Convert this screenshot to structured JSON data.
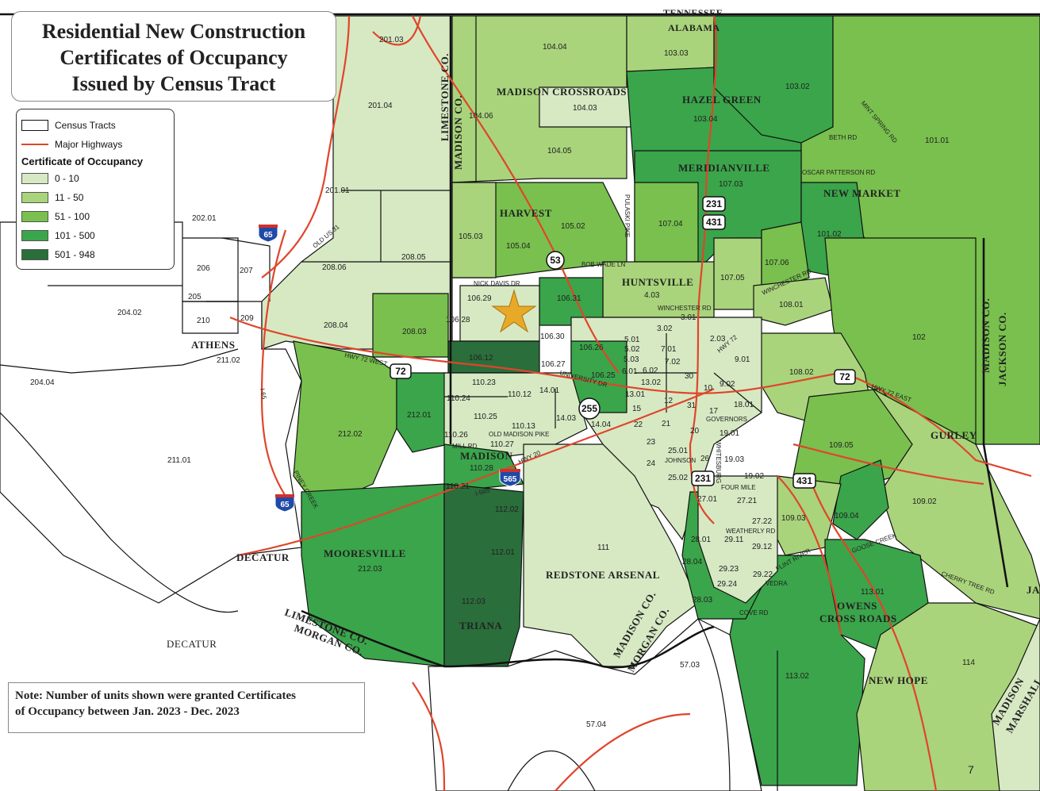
{
  "title": {
    "line1": "Residential New Construction",
    "line2": "Certificates of Occupancy",
    "line3": "Issued by Census Tract"
  },
  "legend": {
    "census_tracts": "Census Tracts",
    "major_highways": "Major Highways",
    "heading": "Certificate of Occupancy",
    "classes": [
      {
        "label": "0 - 10",
        "color": "#d6e9c3"
      },
      {
        "label": "11 - 50",
        "color": "#a9d47b"
      },
      {
        "label": "51 - 100",
        "color": "#79c04e"
      },
      {
        "label": "101 - 500",
        "color": "#3aa54a"
      },
      {
        "label": "501 - 948",
        "color": "#2a6e3b"
      }
    ]
  },
  "note": {
    "line1": "Note: Number of units shown were granted Certificates",
    "line2": "of Occupancy between Jan. 2023 - Dec. 2023"
  },
  "page_number": "7",
  "places": [
    {
      "text": "TENNESSEE"
    },
    {
      "text": "ALABAMA"
    },
    {
      "text": "MADISON CROSSROADS"
    },
    {
      "text": "HAZEL GREEN"
    },
    {
      "text": "MERIDIANVILLE"
    },
    {
      "text": "NEW MARKET"
    },
    {
      "text": "HARVEST"
    },
    {
      "text": "HUNTSVILLE"
    },
    {
      "text": "ATHENS"
    },
    {
      "text": "MADISON"
    },
    {
      "text": "GURLEY"
    },
    {
      "text": "MOORESVILLE"
    },
    {
      "text": "DECATUR"
    },
    {
      "text": "REDSTONE ARSENAL"
    },
    {
      "text": "OWENS"
    },
    {
      "text": "CROSS ROADS"
    },
    {
      "text": "TRIANA"
    },
    {
      "text": "NEW HOPE"
    },
    {
      "text": "DECATUR"
    },
    {
      "text": "LIMESTONE CO."
    },
    {
      "text": "MADISON CO."
    },
    {
      "text": "LIMESTONE CO."
    },
    {
      "text": "MORGAN CO."
    },
    {
      "text": "MADISON CO."
    },
    {
      "text": "MORGAN CO."
    },
    {
      "text": "MADISON CO."
    },
    {
      "text": "JACKSON CO."
    },
    {
      "text": "MADISON"
    },
    {
      "text": "MARSHALL"
    },
    {
      "text": "JA"
    }
  ],
  "tracts": [
    {
      "text": "201.03"
    },
    {
      "text": "104.04"
    },
    {
      "text": "103.03"
    },
    {
      "text": "103.02"
    },
    {
      "text": "201.04"
    },
    {
      "text": "104.06"
    },
    {
      "text": "104.03"
    },
    {
      "text": "103.04"
    },
    {
      "text": "101.01"
    },
    {
      "text": "104.05"
    },
    {
      "text": "201.01"
    },
    {
      "text": "107.03"
    },
    {
      "text": "202.01"
    },
    {
      "text": "105.03"
    },
    {
      "text": "105.02"
    },
    {
      "text": "105.04"
    },
    {
      "text": "107.04"
    },
    {
      "text": "101.02"
    },
    {
      "text": "208.05"
    },
    {
      "text": "206"
    },
    {
      "text": "207"
    },
    {
      "text": "208.06"
    },
    {
      "text": "107.06"
    },
    {
      "text": "107.05"
    },
    {
      "text": "205"
    },
    {
      "text": "4.03"
    },
    {
      "text": "106.29"
    },
    {
      "text": "106.31"
    },
    {
      "text": "108.01"
    },
    {
      "text": "204.02"
    },
    {
      "text": "210"
    },
    {
      "text": "209"
    },
    {
      "text": "208.04"
    },
    {
      "text": "208.03"
    },
    {
      "text": "106.28"
    },
    {
      "text": "3.01"
    },
    {
      "text": "3.02"
    },
    {
      "text": "106.30"
    },
    {
      "text": "5.01"
    },
    {
      "text": "2.03"
    },
    {
      "text": "102"
    },
    {
      "text": "211.02"
    },
    {
      "text": "106.26"
    },
    {
      "text": "5.02"
    },
    {
      "text": "7.01"
    },
    {
      "text": "106.12"
    },
    {
      "text": "5.03"
    },
    {
      "text": "7.02"
    },
    {
      "text": "9.01"
    },
    {
      "text": "106.27"
    },
    {
      "text": "106.25"
    },
    {
      "text": "6.01"
    },
    {
      "text": "6.02"
    },
    {
      "text": "30"
    },
    {
      "text": "108.02"
    },
    {
      "text": "204.04"
    },
    {
      "text": "110.23"
    },
    {
      "text": "13.02"
    },
    {
      "text": "10"
    },
    {
      "text": "9.02"
    },
    {
      "text": "110.12"
    },
    {
      "text": "14.01"
    },
    {
      "text": "13.01"
    },
    {
      "text": "110.24"
    },
    {
      "text": "12"
    },
    {
      "text": "18.01"
    },
    {
      "text": "212.01"
    },
    {
      "text": "110.25"
    },
    {
      "text": "14.03"
    },
    {
      "text": "15"
    },
    {
      "text": "31"
    },
    {
      "text": "17"
    },
    {
      "text": "110.13"
    },
    {
      "text": "14.04"
    },
    {
      "text": "22"
    },
    {
      "text": "21"
    },
    {
      "text": "212.02"
    },
    {
      "text": "110.26"
    },
    {
      "text": "20"
    },
    {
      "text": "19.01"
    },
    {
      "text": "110.27"
    },
    {
      "text": "23"
    },
    {
      "text": "109.05"
    },
    {
      "text": "25.01"
    },
    {
      "text": "211.01"
    },
    {
      "text": "26"
    },
    {
      "text": "19.03"
    },
    {
      "text": "24"
    },
    {
      "text": "110.28"
    },
    {
      "text": "19.02"
    },
    {
      "text": "25.02"
    },
    {
      "text": "110.21"
    },
    {
      "text": "27.01"
    },
    {
      "text": "27.21"
    },
    {
      "text": "109.02"
    },
    {
      "text": "112.02"
    },
    {
      "text": "27.22"
    },
    {
      "text": "109.03"
    },
    {
      "text": "109.04"
    },
    {
      "text": "29.11"
    },
    {
      "text": "28.01"
    },
    {
      "text": "29.12"
    },
    {
      "text": "111"
    },
    {
      "text": "112.01"
    },
    {
      "text": "212.03"
    },
    {
      "text": "28.04"
    },
    {
      "text": "29.23"
    },
    {
      "text": "29.22"
    },
    {
      "text": "29.24"
    },
    {
      "text": "113.01"
    },
    {
      "text": "28.03"
    },
    {
      "text": "112.03"
    },
    {
      "text": "114"
    },
    {
      "text": "57.03"
    },
    {
      "text": "113.02"
    },
    {
      "text": "57.04"
    }
  ],
  "roads": [
    {
      "text": "BETH RD"
    },
    {
      "text": "MINT SPRING RD"
    },
    {
      "text": "OSCAR PATTERSON RD"
    },
    {
      "text": "PULASKI PIKE"
    },
    {
      "text": "BOB WADE LN"
    },
    {
      "text": "NICK DAVIS DR"
    },
    {
      "text": "WINCHESTER RD"
    },
    {
      "text": "WINCHESTER RD"
    },
    {
      "text": "UNIVERSITY DR"
    },
    {
      "text": "OLD MADISON PIKE"
    },
    {
      "text": "MILL RD"
    },
    {
      "text": "HWY 72 WEST"
    },
    {
      "text": "HWY 72 EAST"
    },
    {
      "text": "GOVERNORS"
    },
    {
      "text": "FOUR MILE"
    },
    {
      "text": "GOOSE CREEK"
    },
    {
      "text": "CHERRY TREE RD"
    },
    {
      "text": "FLINT RIVER"
    },
    {
      "text": "COVE RD"
    },
    {
      "text": "OLD US 31"
    },
    {
      "text": "PINEY CREEK"
    },
    {
      "text": "I-65"
    },
    {
      "text": "HWY 20"
    },
    {
      "text": "I-565"
    },
    {
      "text": "HWY 72"
    },
    {
      "text": "JOHNSON"
    },
    {
      "text": "WHITESBURG"
    },
    {
      "text": "WEATHERLY RD"
    },
    {
      "text": "VEDRA"
    }
  ],
  "shields": [
    {
      "text": "65",
      "kind": "interstate"
    },
    {
      "text": "65",
      "kind": "interstate"
    },
    {
      "text": "565",
      "kind": "interstate"
    },
    {
      "text": "53",
      "kind": "state"
    },
    {
      "text": "255",
      "kind": "state"
    },
    {
      "text": "72",
      "kind": "us"
    },
    {
      "text": "72",
      "kind": "us"
    },
    {
      "text": "231",
      "kind": "us"
    },
    {
      "text": "431",
      "kind": "us"
    },
    {
      "text": "231",
      "kind": "us"
    },
    {
      "text": "431",
      "kind": "us"
    }
  ],
  "colors": {
    "c0": "#d6e9c3",
    "c1": "#a9d47b",
    "c2": "#79c04e",
    "c3": "#3aa54a",
    "c4": "#2a6e3b",
    "highway": "#e0452b",
    "boundary": "#111111",
    "star": "#e8a928"
  }
}
